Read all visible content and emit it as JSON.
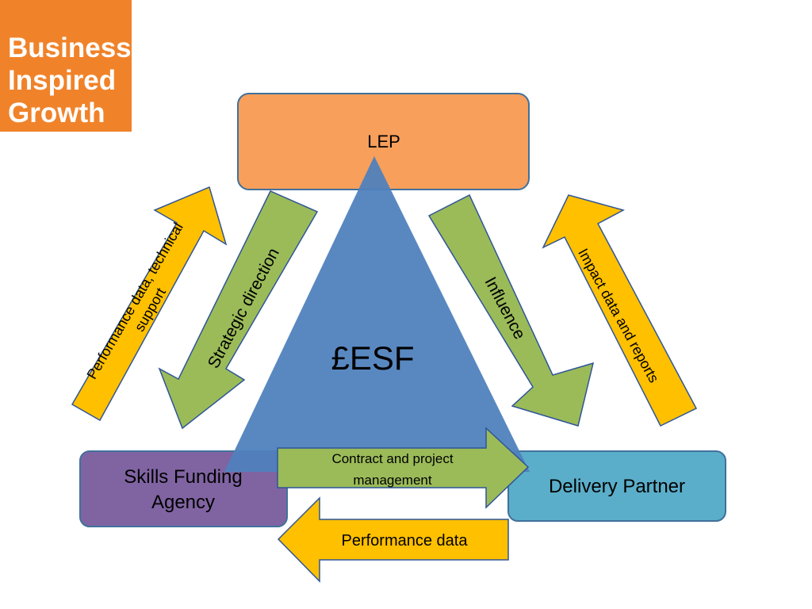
{
  "logo": {
    "lines": [
      "Business",
      "Inspired",
      "Growth"
    ],
    "bg_color": "#f0832a"
  },
  "center": {
    "label": "£ESF",
    "color": "#4f81bd"
  },
  "nodes": {
    "lep": {
      "label": "LEP",
      "color": "#f79f5b"
    },
    "skills_funding_agency": {
      "lines": [
        "Skills Funding",
        "Agency"
      ],
      "color": "#8064a2"
    },
    "delivery_partner": {
      "label": "Delivery Partner",
      "color": "#5aaec9"
    }
  },
  "arrows": {
    "performance_technical": {
      "lines": [
        "Performance data, technical",
        "support"
      ],
      "color": "#ffc000"
    },
    "strategic_direction": {
      "label": "Strategic direction",
      "color": "#9bbb59"
    },
    "influence": {
      "label": "Influence",
      "color": "#9bbb59"
    },
    "impact_reports": {
      "label": "Impact data and reports",
      "color": "#ffc000"
    },
    "contract_management": {
      "lines": [
        "Contract and project",
        "management"
      ],
      "color": "#9bbb59"
    },
    "performance_data": {
      "label": "Performance data",
      "color": "#ffc000"
    }
  }
}
